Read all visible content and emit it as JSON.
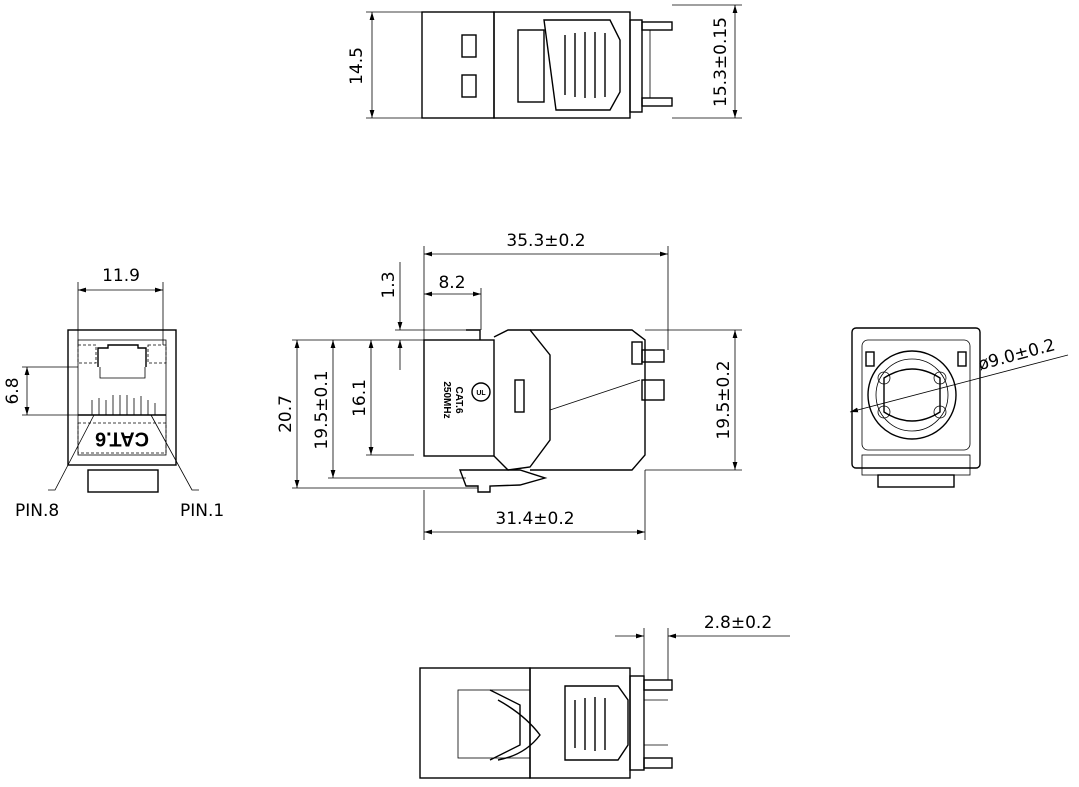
{
  "title": "CAT.6 keystone jack dimension drawing",
  "top_view": {
    "height": "14.5",
    "height_total": "15.3±0.15"
  },
  "side_view": {
    "length_total": "35.3±0.2",
    "offset": "8.2",
    "step": "1.3",
    "height_overall": "20.7",
    "height_body": "19.5±0.1",
    "height_inner": "16.1",
    "height_rear": "19.5±0.2",
    "length_body": "31.4±0.2",
    "marking_line1": "CAT.6",
    "marking_line2": "250MHz",
    "logo": "UL"
  },
  "front_view": {
    "width": "11.9",
    "opening": "6.8",
    "pin8": "PIN.8",
    "pin1": "PIN.1",
    "marking": "CAT.6"
  },
  "rear_view": {
    "diameter": "ø9.0±0.2"
  },
  "bottom_view": {
    "pin_length": "2.8±0.2"
  }
}
